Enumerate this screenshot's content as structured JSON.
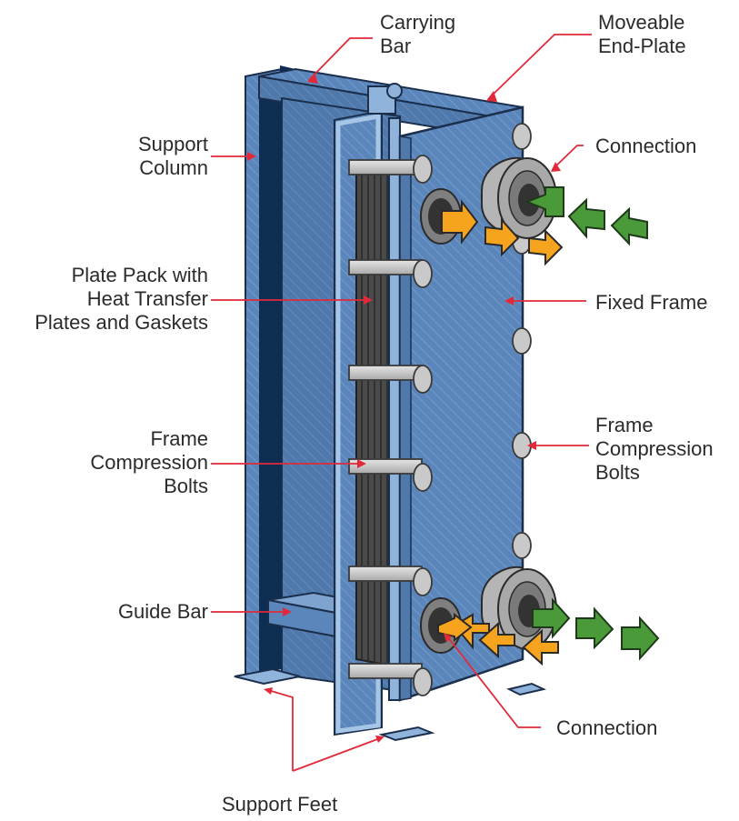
{
  "labels": {
    "carrying_bar": [
      "Carrying",
      "Bar"
    ],
    "moveable_end_plate": [
      "Moveable",
      "End-Plate"
    ],
    "support_column": [
      "Support",
      "Column"
    ],
    "connection_top": [
      "Connection"
    ],
    "plate_pack": [
      "Plate Pack with",
      "Heat Transfer",
      "Plates and Gaskets"
    ],
    "fixed_frame": [
      "Fixed Frame"
    ],
    "frame_bolts_left": [
      "Frame",
      "Compression",
      "Bolts"
    ],
    "frame_bolts_right": [
      "Frame",
      "Compression",
      "Bolts"
    ],
    "guide_bar": [
      "Guide Bar"
    ],
    "connection_bottom": [
      "Connection"
    ],
    "support_feet": [
      "Support Feet"
    ]
  },
  "colors": {
    "frame_blue": "#5b86bb",
    "frame_dark": "#0e2d52",
    "frame_light": "#8fb3db",
    "plate_pack": "#4a4a4a",
    "bolt": "#c9c9c9",
    "hot_arrow": "#f6a31d",
    "cold_arrow": "#4a9a3a",
    "leader": "#e02a3a",
    "text": "#2b2b2b"
  }
}
